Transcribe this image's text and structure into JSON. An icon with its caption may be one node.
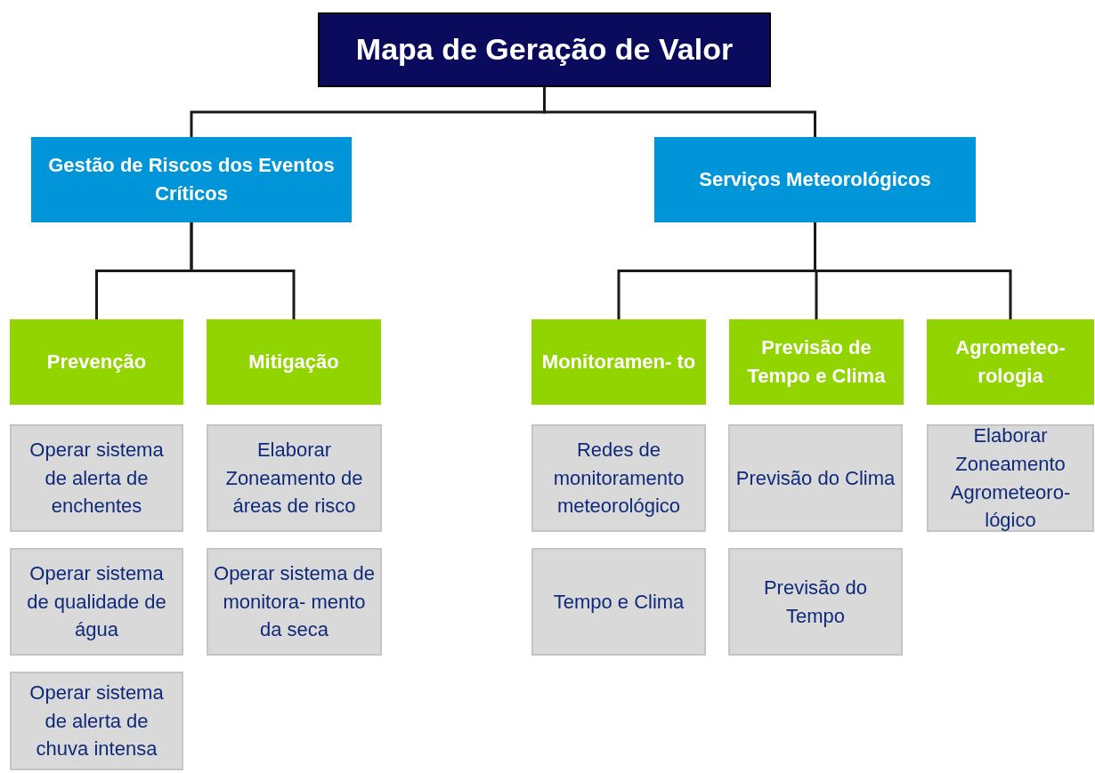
{
  "diagram": {
    "nodes": [
      {
        "text": [
          "Mapa de Geração de Valor"
        ]
      },
      {
        "text": [
          "Gestão de Riscos dos Eventos Críticos"
        ]
      },
      {
        "text": [
          "Serviços Meteorológicos"
        ]
      },
      {
        "text": [
          "Prevenção"
        ]
      },
      {
        "text": [
          "Mitigação"
        ]
      },
      {
        "text": [
          "Monitoramen- to"
        ]
      },
      {
        "text": [
          "Previsão de Tempo e Clima"
        ]
      },
      {
        "text": [
          "Agrometeo- rologia"
        ]
      },
      {
        "text": [
          "Operar sistema de alerta de enchentes"
        ]
      },
      {
        "text": [
          "Operar sistema de qualidade de água"
        ]
      },
      {
        "text": [
          "Operar sistema de alerta de chuva intensa"
        ]
      },
      {
        "text": [
          "Elaborar Zoneamento de áreas de risco"
        ]
      },
      {
        "text": [
          "Operar sistema de monitora- mento da seca"
        ]
      },
      {
        "text": [
          "Redes de monitoramento meteorológico"
        ]
      },
      {
        "text": [
          "Tempo e Clima"
        ]
      },
      {
        "text": [
          "Previsão do Clima"
        ]
      },
      {
        "text": [
          "Previsão do Tempo"
        ]
      },
      {
        "text": [
          "Elaborar Zoneamento Agrometeoro- lógico"
        ]
      }
    ],
    "edges": [
      {
        "from": 0,
        "to": 1,
        "arrow": "none"
      },
      {
        "from": 0,
        "to": 2,
        "arrow": "none"
      },
      {
        "from": 1,
        "to": 3,
        "arrow": "none"
      },
      {
        "from": 1,
        "to": 4,
        "arrow": "none"
      },
      {
        "from": 2,
        "to": 5,
        "arrow": "none"
      },
      {
        "from": 2,
        "to": 6,
        "arrow": "none"
      },
      {
        "from": 2,
        "to": 7,
        "arrow": "none"
      }
    ]
  }
}
